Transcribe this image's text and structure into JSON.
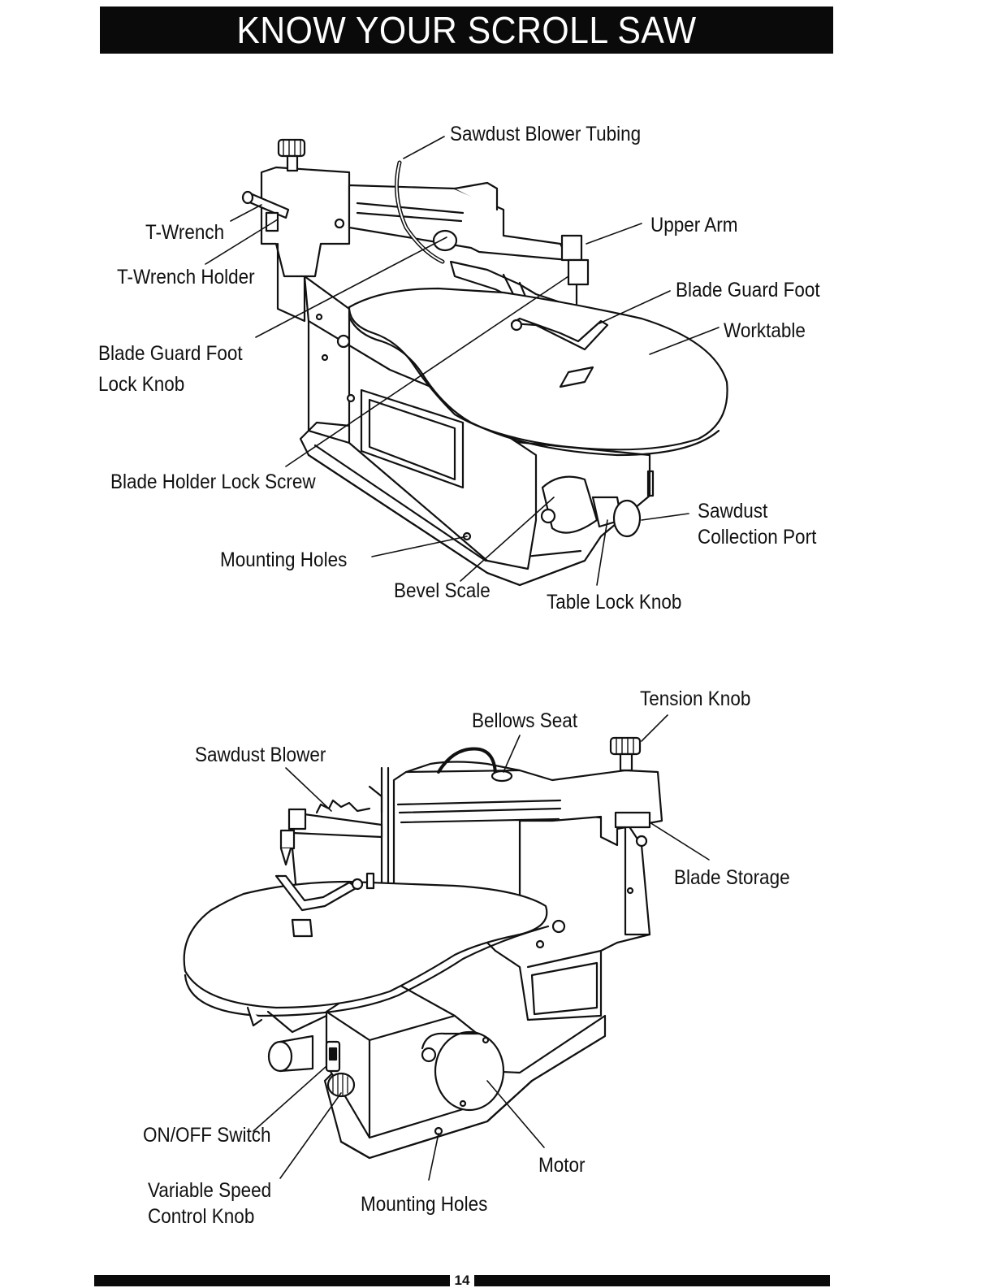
{
  "title": "KNOW YOUR SCROLL SAW",
  "page_number": "14",
  "figure_top": {
    "labels": {
      "sawdust_blower_tubing": "Sawdust Blower Tubing",
      "t_wrench": "T-Wrench",
      "upper_arm": "Upper Arm",
      "t_wrench_holder": "T-Wrench Holder",
      "blade_guard_foot": "Blade Guard Foot",
      "worktable": "Worktable",
      "blade_guard_foot_lock_knob_1": "Blade Guard Foot",
      "blade_guard_foot_lock_knob_2": "Lock Knob",
      "blade_holder_lock_screw": "Blade Holder Lock Screw",
      "sawdust_collection_port_1": "Sawdust",
      "sawdust_collection_port_2": "Collection Port",
      "mounting_holes": "Mounting Holes",
      "bevel_scale": "Bevel Scale",
      "table_lock_knob": "Table Lock Knob"
    }
  },
  "figure_bottom": {
    "labels": {
      "tension_knob": "Tension Knob",
      "bellows_seat": "Bellows Seat",
      "sawdust_blower": "Sawdust Blower",
      "blade_storage": "Blade Storage",
      "on_off_switch": "ON/OFF Switch",
      "motor": "Motor",
      "variable_speed_1": "Variable Speed",
      "variable_speed_2": "Control Knob",
      "mounting_holes": "Mounting Holes"
    }
  }
}
